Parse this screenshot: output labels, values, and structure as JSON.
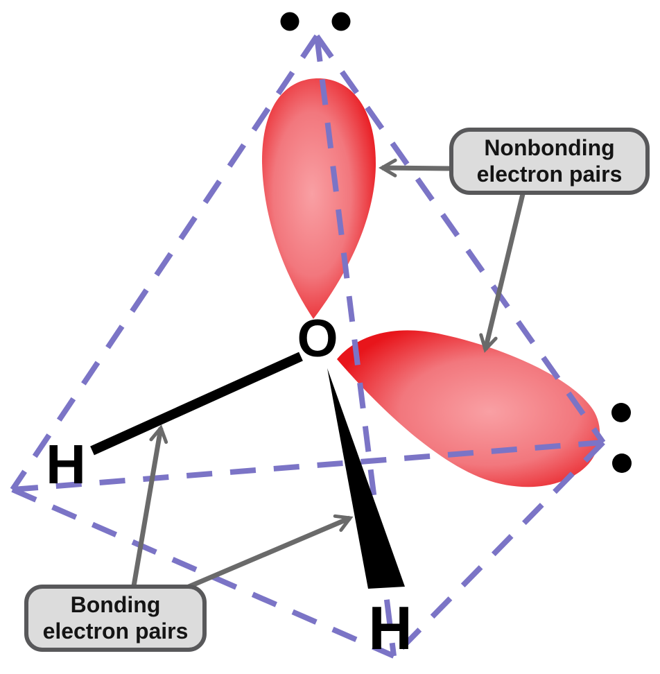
{
  "atoms": {
    "oxygen": "O",
    "hydrogen_left": "H",
    "hydrogen_bottom": "H"
  },
  "callouts": {
    "nonbonding": {
      "line1": "Nonbonding",
      "line2": "electron pairs"
    },
    "bonding": {
      "line1": "Bonding",
      "line2": "electron pairs"
    }
  },
  "lone_pair_dots": {
    "top_count": 2,
    "right_count": 2
  },
  "colors": {
    "background": "#ffffff",
    "lobe_edge": "#e8151b",
    "lobe_mid": "#f2777d",
    "lobe_center": "#f9a0a4",
    "tetrahedron_dash": "#7b74c6",
    "bond_ink": "#000000",
    "arrow_gray": "#6a6a6a",
    "callout_fill": "#dcdcdc",
    "callout_border": "#58585a",
    "callout_text": "#141414"
  }
}
